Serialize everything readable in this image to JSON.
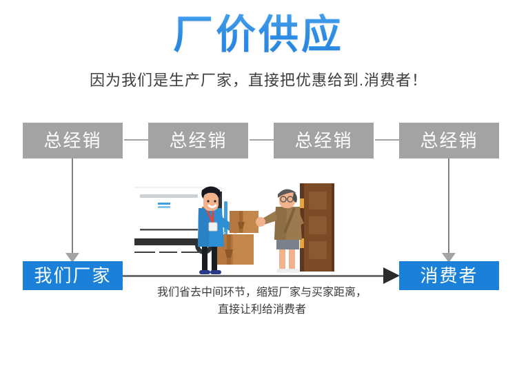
{
  "headline": {
    "text": "厂价供应",
    "color": "#3499f0"
  },
  "subhead": {
    "text": "因为我们是生产厂家，直接把优惠给到.消费者！",
    "color": "#3d3d3d"
  },
  "flow": {
    "distributors": [
      {
        "label": "总经销"
      },
      {
        "label": "总经销"
      },
      {
        "label": "总经销"
      },
      {
        "label": "总经销"
      }
    ],
    "distributor_color": "#a3a3a3",
    "factory": {
      "label": "我们厂家"
    },
    "consumer": {
      "label": "消费者"
    },
    "highlight_color": "#1b81d8",
    "connector_color": "#808080"
  },
  "caption": {
    "line1": "我们省去中间环节，缩短厂家与买家距离，",
    "line2": "直接让利给消费者"
  },
  "illustration": {
    "name": "delivery-scene",
    "description": "delivery-truck-courier-handing-parcel-to-customer-at-door",
    "colors": {
      "truck_body": "#ffffff",
      "truck_base": "#2f3133",
      "courier_uniform": "#2f8fd4",
      "courier_pants": "#1b1b22",
      "lanyard": "#d94a3d",
      "parcel": "#b5763f",
      "parcel_light": "#d9a571",
      "customer_shirt": "#9c7a4f",
      "customer_shorts": "#7b818c",
      "skin": "#f2b28c",
      "door": "#7b4b28",
      "door_frame": "#5e371c"
    }
  }
}
